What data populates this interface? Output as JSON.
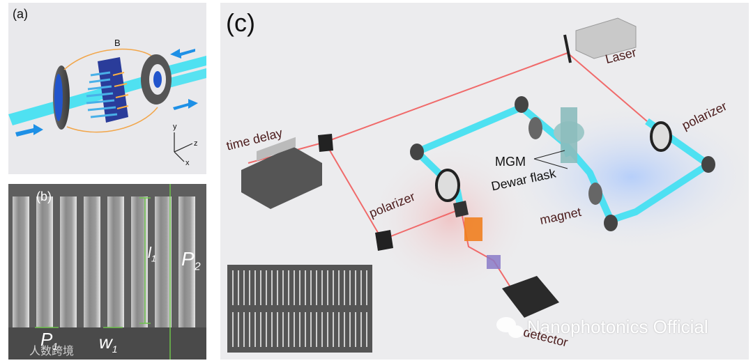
{
  "panel_a": {
    "label": "(a)",
    "field_label": "B",
    "axes": {
      "y": "y",
      "z": "z",
      "x": "x"
    }
  },
  "panel_b": {
    "label": "(b)",
    "l1": "l",
    "l1_sub": "1",
    "p2": "P",
    "p2_sub": "2",
    "p1": "P",
    "p1_sub": "1",
    "w1": "w",
    "w1_sub": "1",
    "watermark_cn": "人数跨境"
  },
  "panel_c": {
    "label": "(c)",
    "components": {
      "laser": "Laser",
      "polarizer_right": "polarizer",
      "time_delay": "time delay",
      "mgm": "MGM",
      "dewar": "Dewar flask",
      "polarizer_left": "polarizer",
      "magnet": "magnet",
      "detector": "detector"
    },
    "watermark": "Nanophotonics Official"
  },
  "colors": {
    "cyan_beam": "#3ee0f2",
    "red_beam": "#f06a6a",
    "blue_arrow": "#1e90e6",
    "grating_blue": "#2a3c9a",
    "label_dark": "#4a1a1a",
    "sem_green": "#6cc24a"
  }
}
